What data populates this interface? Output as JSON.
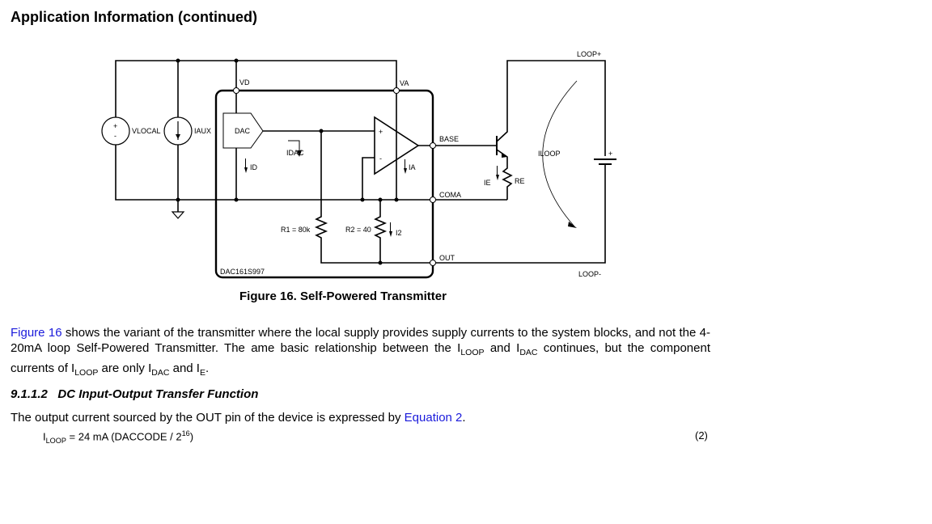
{
  "title": "Application Information (continued)",
  "diagram": {
    "chip": "DAC161S997",
    "vd": "VD",
    "va": "VA",
    "dac": "DAC",
    "base": "BASE",
    "coma": "COMA",
    "out": "OUT",
    "loop_plus": "LOOP+",
    "loop_minus": "LOOP-",
    "vlocal": "VLOCAL",
    "iaux": "IAUX",
    "id": "ID",
    "idac": "IDAC",
    "ia": "IA",
    "i2": "I2",
    "ie": "IE",
    "re": "RE",
    "iloop": "ILOOP",
    "r1": "R1 = 80k",
    "r2": "R2 = 40",
    "plus": "+",
    "minus": "-"
  },
  "caption": "Figure 16.  Self-Powered Transmitter",
  "paragraph": {
    "link": "Figure 16",
    "text1": " shows the variant of the transmitter where the local supply provides supply currents to the system blocks, and not the 4-20mA loop Self-Powered Transmitter. The ame basic relationship between the I",
    "loop": "LOOP",
    "text2": " and I",
    "dac": "DAC",
    "text3": " continues, but the component currents of I",
    "text4": " are only I",
    "text5": " and I",
    "e": "E",
    "text6": "."
  },
  "section": "9.1.1.2   DC Input-Output Transfer Function",
  "body": {
    "text": "The output current sourced by the OUT pin of the device is expressed by ",
    "link": "Equation 2",
    "end": "."
  },
  "equation": {
    "lhs": "I",
    "sub": "LOOP",
    "rhs": " = 24 mA (DACCODE / 2",
    "sup": "16",
    "close": ")",
    "number": "(2)"
  }
}
